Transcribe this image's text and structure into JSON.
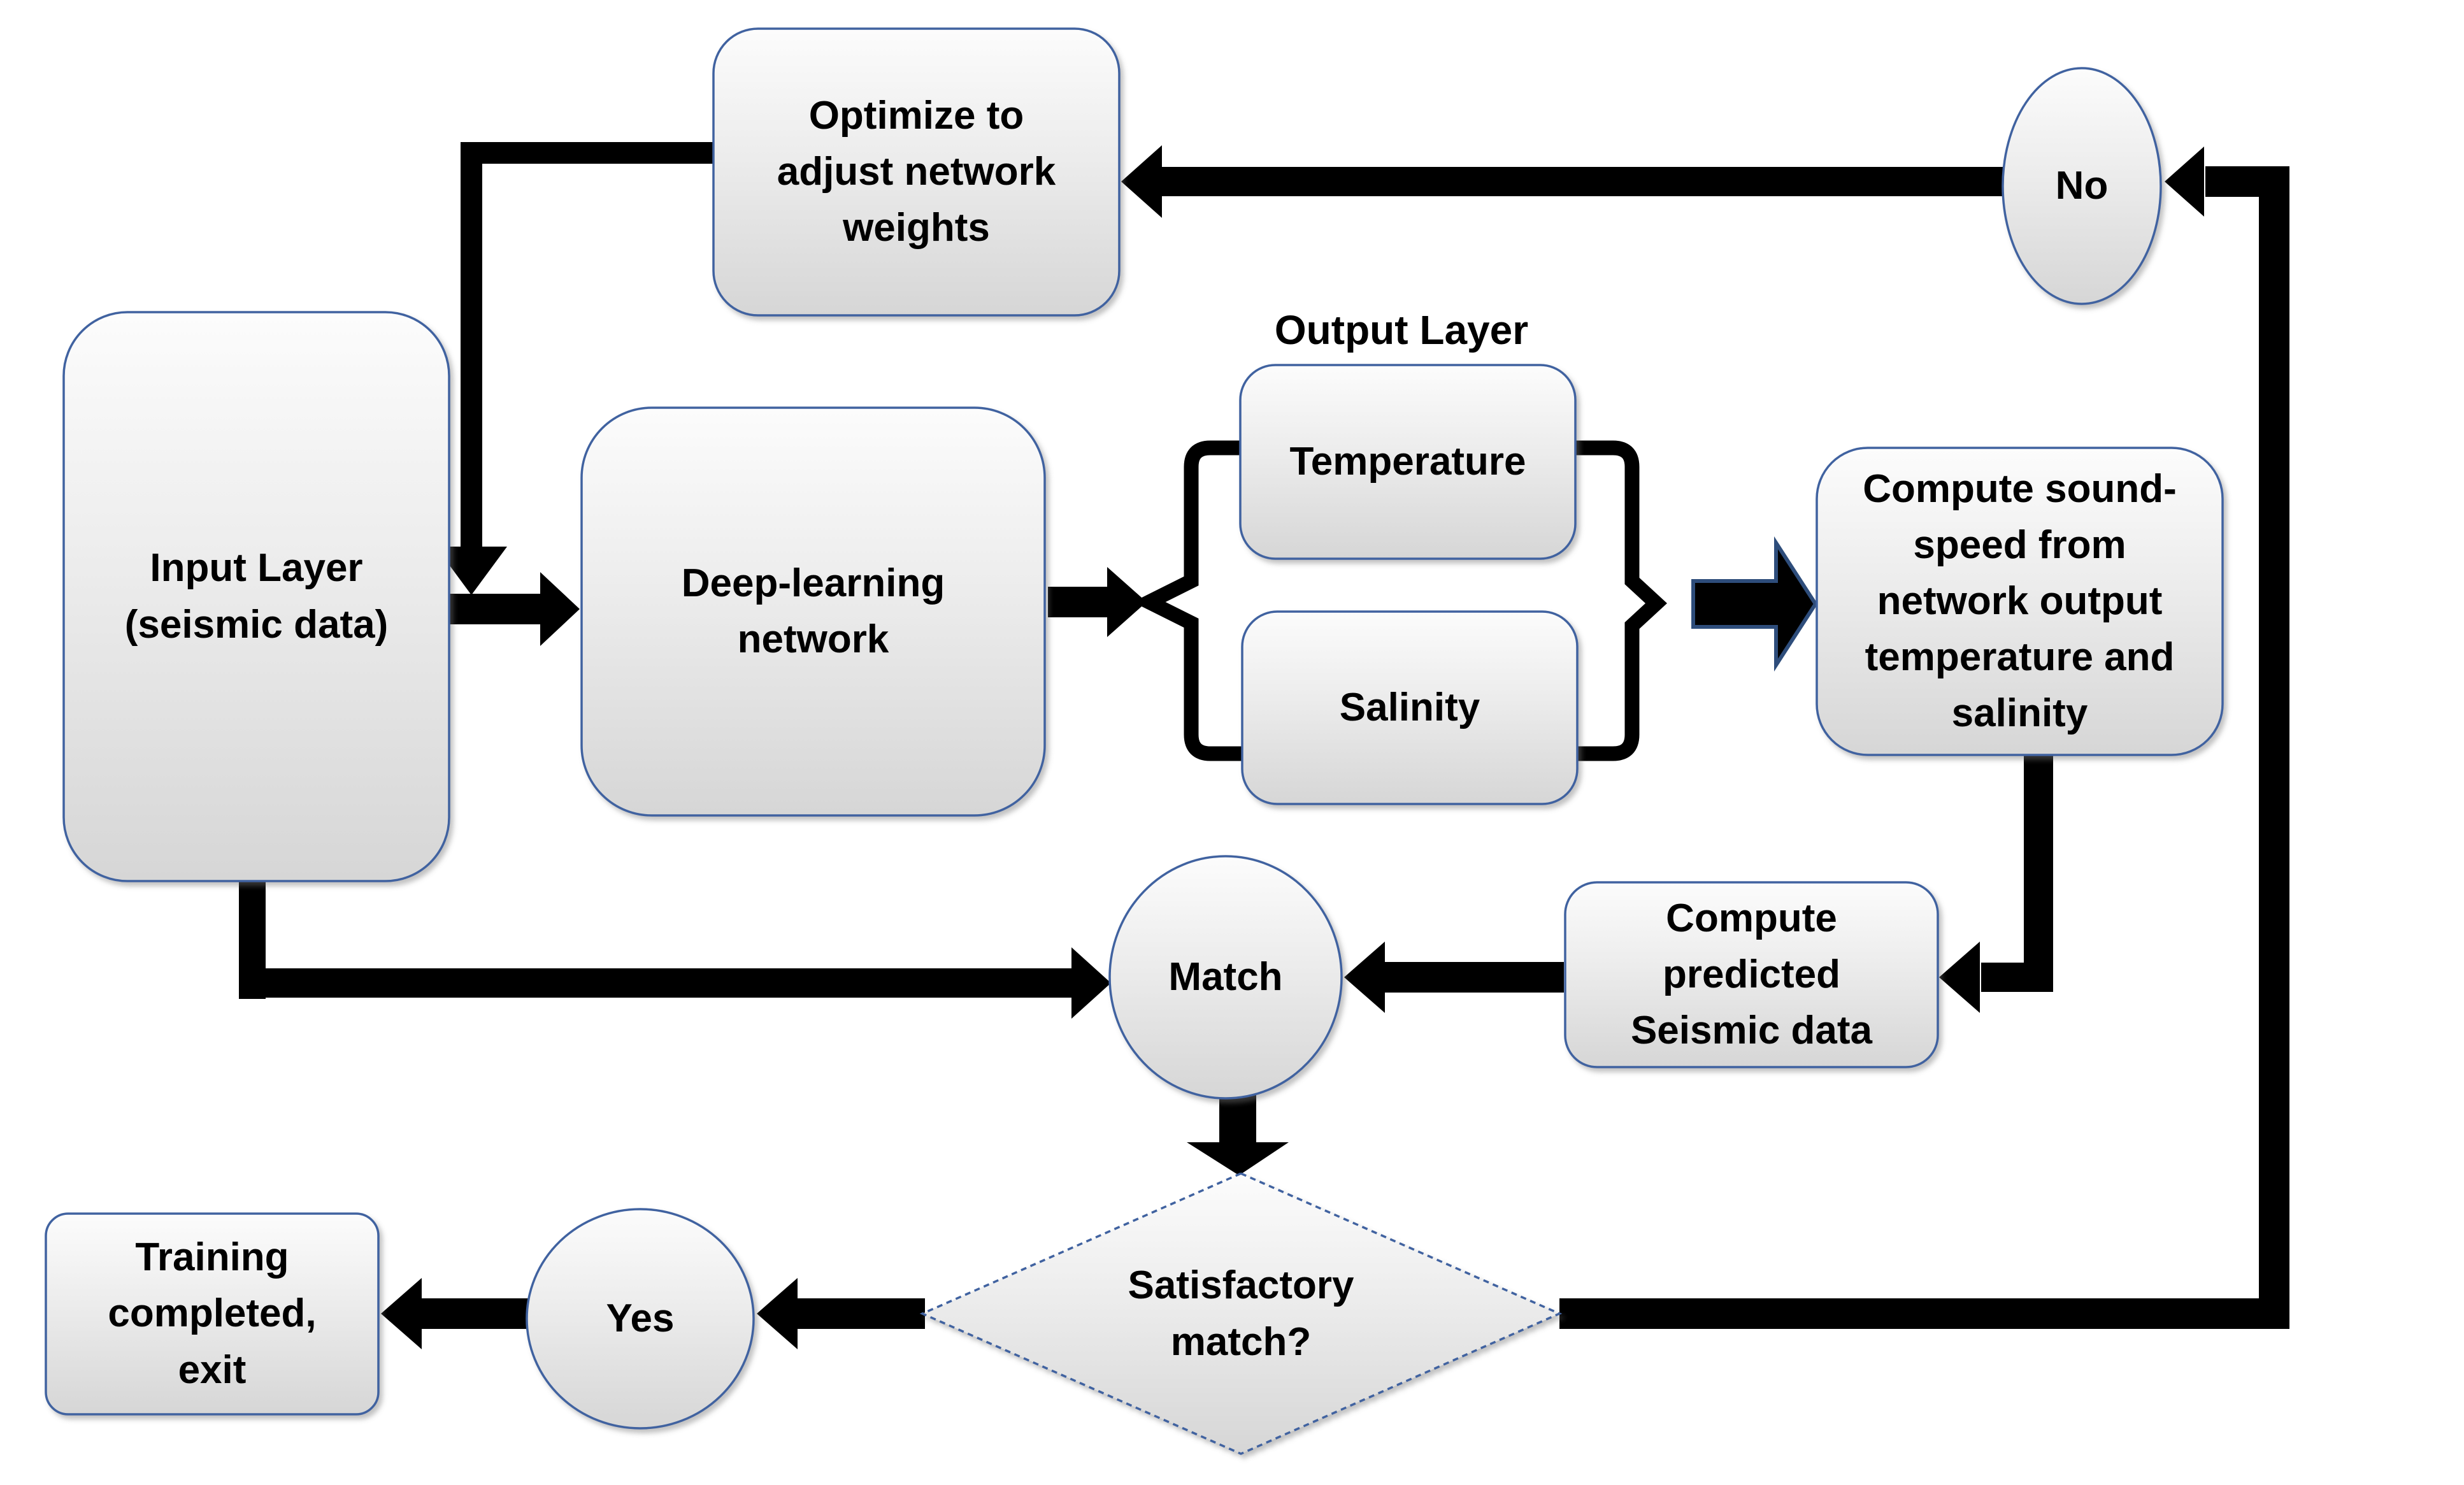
{
  "diagram": {
    "output_layer_title": "Output Layer",
    "nodes": {
      "optimize": {
        "label": "Optimize to\nadjust network\nweights"
      },
      "no": {
        "label": "No"
      },
      "input": {
        "label": "Input Layer\n(seismic data)"
      },
      "deep": {
        "label": "Deep-learning\nnetwork"
      },
      "temperature": {
        "label": "Temperature"
      },
      "salinity": {
        "label": "Salinity"
      },
      "soundspeed": {
        "label": "Compute sound-\nspeed from\nnetwork output\ntemperature and\nsalinity"
      },
      "predicted": {
        "label": "Compute\npredicted\nSeismic data"
      },
      "match": {
        "label": "Match"
      },
      "decision": {
        "label": "Satisfactory\nmatch?"
      },
      "yes": {
        "label": "Yes"
      },
      "training": {
        "label": "Training\ncompleted,\nexit"
      }
    },
    "colors": {
      "node_border": "#3f62a0",
      "node_fill_top": "#fbfbfb",
      "node_fill_bottom": "#d6d6d6",
      "connector": "#000000",
      "text": "#000000"
    }
  }
}
